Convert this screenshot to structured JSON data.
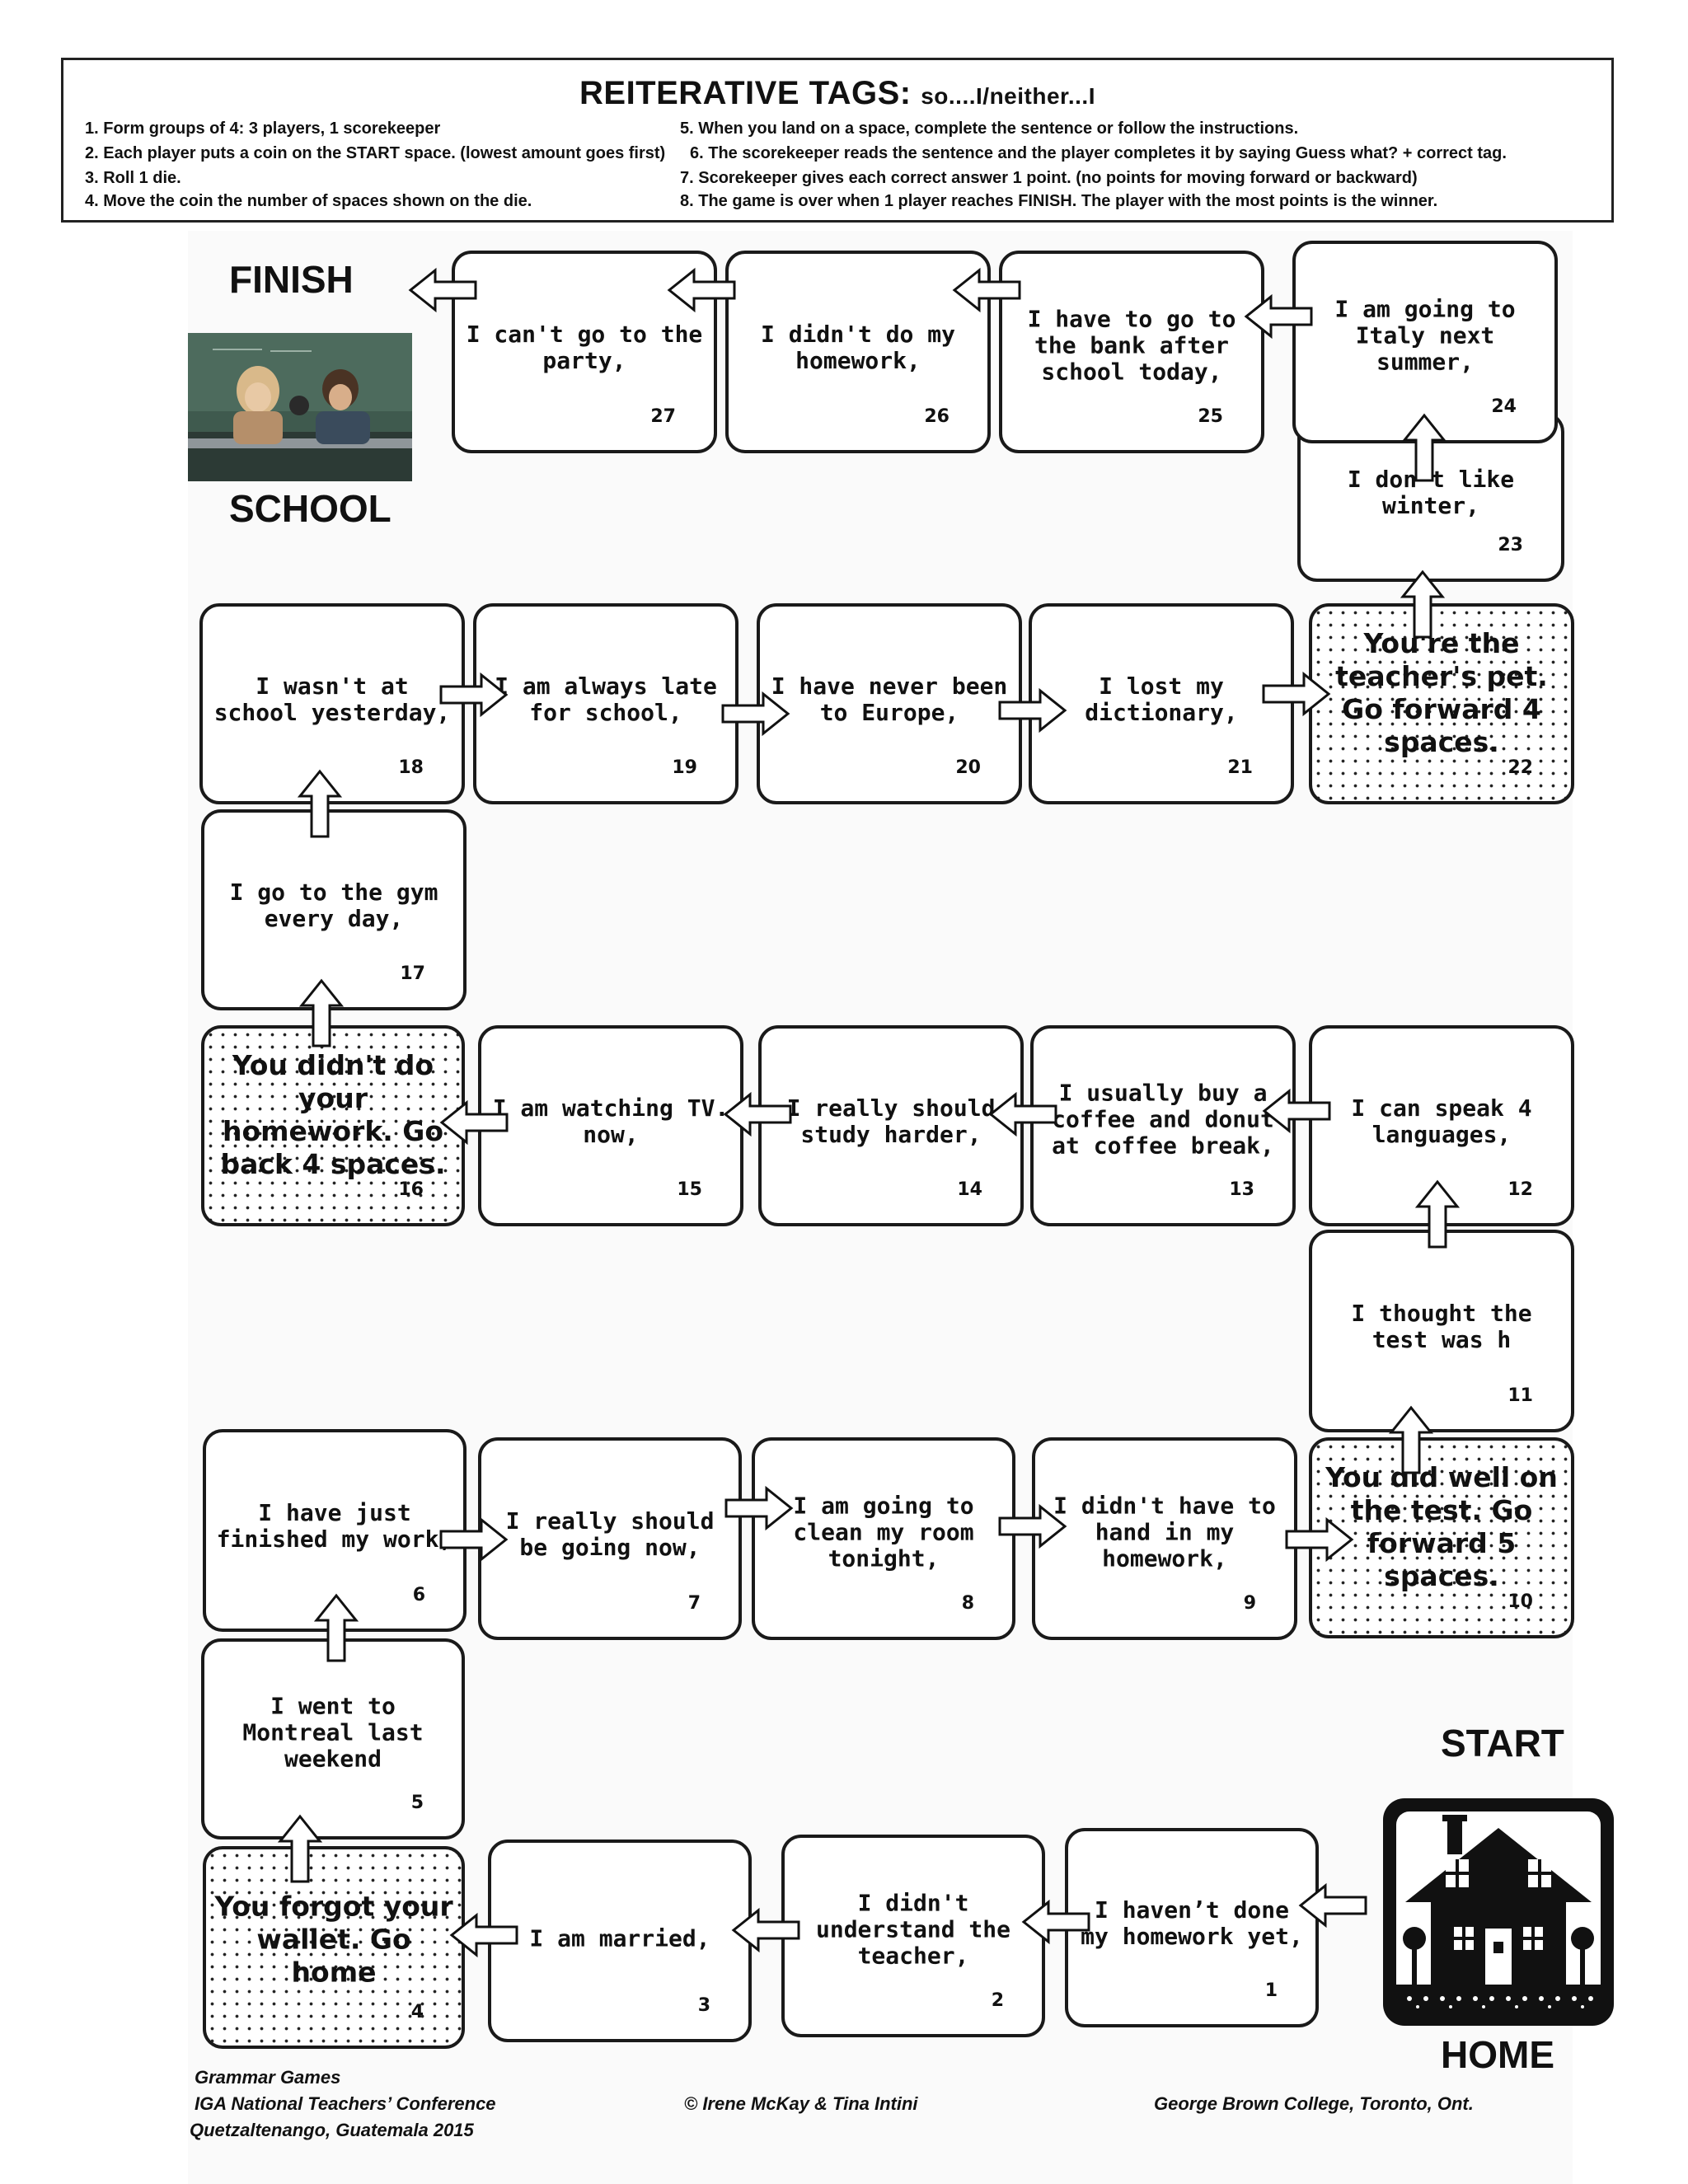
{
  "header": {
    "title": "REITERATIVE TAGS:",
    "subtitle": "so....I/neither...I",
    "rules": [
      "1. Form groups of 4: 3 players, 1 scorekeeper",
      "2. Each player puts a coin on the START space. (lowest amount goes first)",
      "3. Roll 1 die.",
      "4. Move the coin the number of spaces shown on the die.",
      "5. When you land on a space, complete the sentence or follow the instructions.",
      "6. The scorekeeper reads the sentence and the player completes it by saying",
      "Guess what? + correct tag.",
      "7.  Scorekeeper gives each correct answer 1 point. (no points for moving forward or backward)",
      "8. The game is over when 1 player reaches FINISH. The player with the most points is the winner."
    ]
  },
  "labels": {
    "finish": "FINISH",
    "school": "SCHOOL",
    "start": "START",
    "home": "HOME"
  },
  "spaces": [
    {
      "num": "1",
      "text": "I haven’t done my homework yet,"
    },
    {
      "num": "2",
      "text": "I didn't understand the teacher,"
    },
    {
      "num": "3",
      "text": "I am  married,"
    },
    {
      "num": "4",
      "text": "You forgot your  wallet. Go home"
    },
    {
      "num": "5",
      "text": "I went to Montreal last weekend"
    },
    {
      "num": "6",
      "text": "I have just finished my work,"
    },
    {
      "num": "7",
      "text": "I really should be going now,"
    },
    {
      "num": "8",
      "text": "I am going to clean my room tonight,"
    },
    {
      "num": "9",
      "text": "I didn't have to hand in my homework,"
    },
    {
      "num": "10",
      "text": "You did well on the test. Go forward 5 spaces."
    },
    {
      "num": "11",
      "text": "I thought the test was h"
    },
    {
      "num": "12",
      "text": "I can speak 4 languages,"
    },
    {
      "num": "13",
      "text": "I usually buy a coffee and donut at coffee break,"
    },
    {
      "num": "14",
      "text": "I really should study harder,"
    },
    {
      "num": "15",
      "text": "I am watching TV. now,"
    },
    {
      "num": "16",
      "text": "You didn't do your homework. Go back 4 spaces."
    },
    {
      "num": "17",
      "text": "I go to the gym every day,"
    },
    {
      "num": "18",
      "text": "I wasn't at school yesterday,"
    },
    {
      "num": "19",
      "text": "I am always late for school,"
    },
    {
      "num": "20",
      "text": "I have never been to Europe,"
    },
    {
      "num": "21",
      "text": "I lost my dictionary,"
    },
    {
      "num": "22",
      "text": "You're the teacher's pet. Go forward 4 spaces."
    },
    {
      "num": "23",
      "text": "I don't like winter,"
    },
    {
      "num": "24",
      "text": "I am going to Italy next summer,"
    },
    {
      "num": "25",
      "text": "I have to go to the bank after school today,"
    },
    {
      "num": "26",
      "text": "I didn't do my homework,"
    },
    {
      "num": "27",
      "text": "I can't go to the party,"
    }
  ],
  "footer": {
    "line1": "Grammar Games",
    "line2": "IGA National Teachers’ Conference",
    "line3": "Quetzaltenango, Guatemala 2015",
    "copyright": "© Irene McKay & Tina Intini",
    "college": "George Brown College, Toronto, Ont."
  }
}
